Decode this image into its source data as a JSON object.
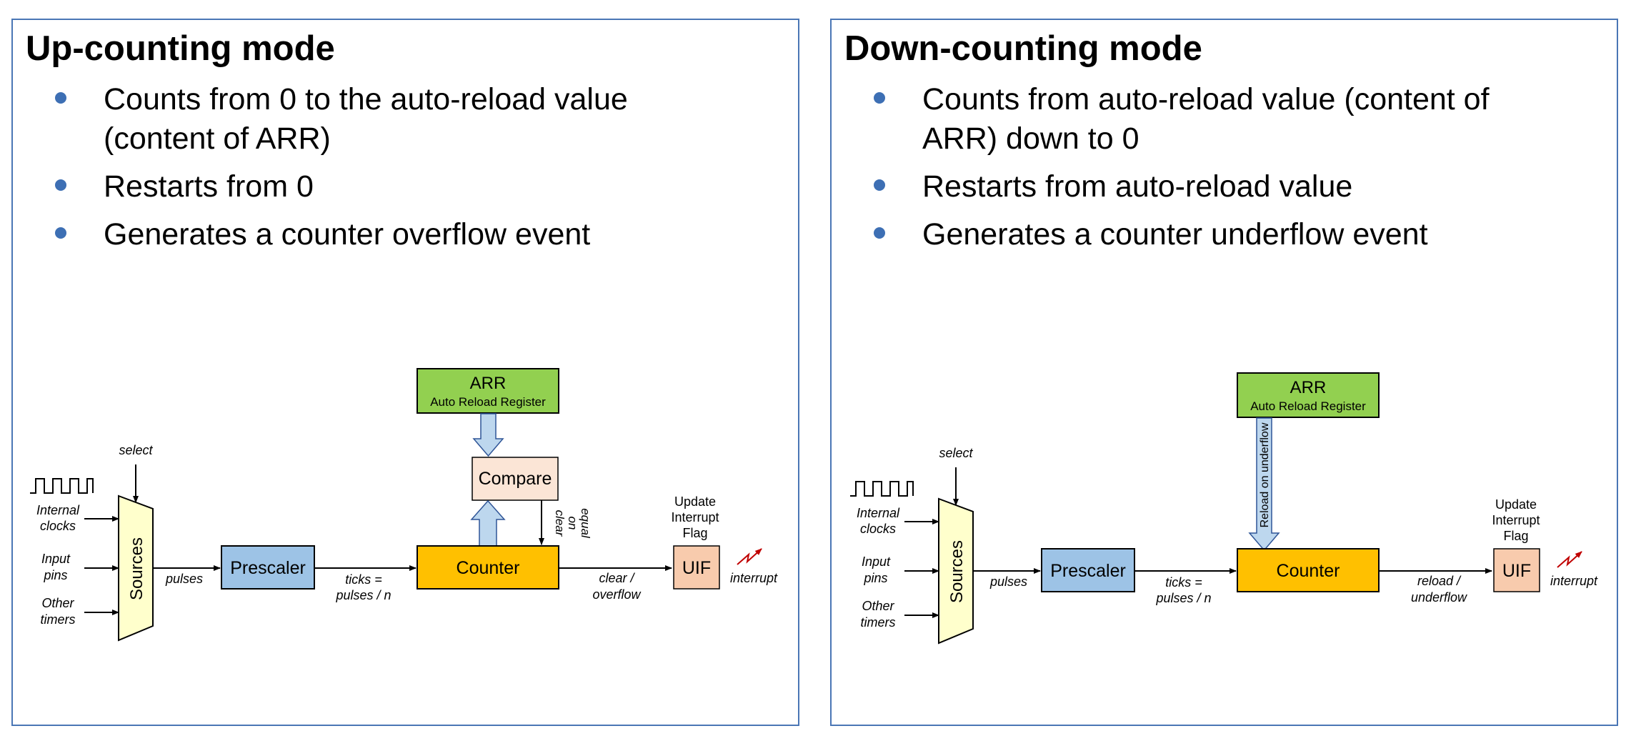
{
  "left": {
    "title": "Up-counting mode",
    "bullets": [
      "Counts from 0 to the auto-reload value (content of ARR)",
      "Restarts from 0",
      "Generates a counter overflow event"
    ],
    "diagram": {
      "select": "select",
      "inputs": [
        "Internal",
        "clocks",
        "Input",
        "pins",
        "Other",
        "timers"
      ],
      "sources": "Sources",
      "pulses": "pulses",
      "prescaler": "Prescaler",
      "ticks": [
        "ticks =",
        "pulses / n"
      ],
      "arr_title": "ARR",
      "arr_sub": "Auto Reload Register",
      "compare": "Compare",
      "counter": "Counter",
      "clear_on_equal": [
        "clear",
        "on",
        "equal"
      ],
      "out_label": [
        "clear /",
        "overflow"
      ],
      "uif_caption": [
        "Update",
        "Interrupt",
        "Flag"
      ],
      "uif": "UIF",
      "interrupt": "interrupt"
    }
  },
  "right": {
    "title": "Down-counting mode",
    "bullets": [
      "Counts from auto-reload value (content of ARR) down to 0",
      "Restarts from auto-reload value",
      "Generates a counter underflow event"
    ],
    "diagram": {
      "select": "select",
      "inputs": [
        "Internal",
        "clocks",
        "Input",
        "pins",
        "Other",
        "timers"
      ],
      "sources": "Sources",
      "pulses": "pulses",
      "prescaler": "Prescaler",
      "ticks": [
        "ticks =",
        "pulses / n"
      ],
      "arr_title": "ARR",
      "arr_sub": "Auto Reload Register",
      "reload_arrow": "Reload on underflow",
      "counter": "Counter",
      "out_label": [
        "reload /",
        "underflow"
      ],
      "uif_caption": [
        "Update",
        "Interrupt",
        "Flag"
      ],
      "uif": "UIF",
      "interrupt": "interrupt"
    }
  },
  "colors": {
    "border": "#4a76b5",
    "bullet": "#3d6fb4",
    "arr": "#92d050",
    "compare": "#fbe5d6",
    "counter": "#ffc000",
    "prescaler": "#9dc3e6",
    "sources": "#ffffcc",
    "uif": "#f8cbad",
    "bus_arrow": "#bdd7ee",
    "interrupt": "#c00000"
  }
}
